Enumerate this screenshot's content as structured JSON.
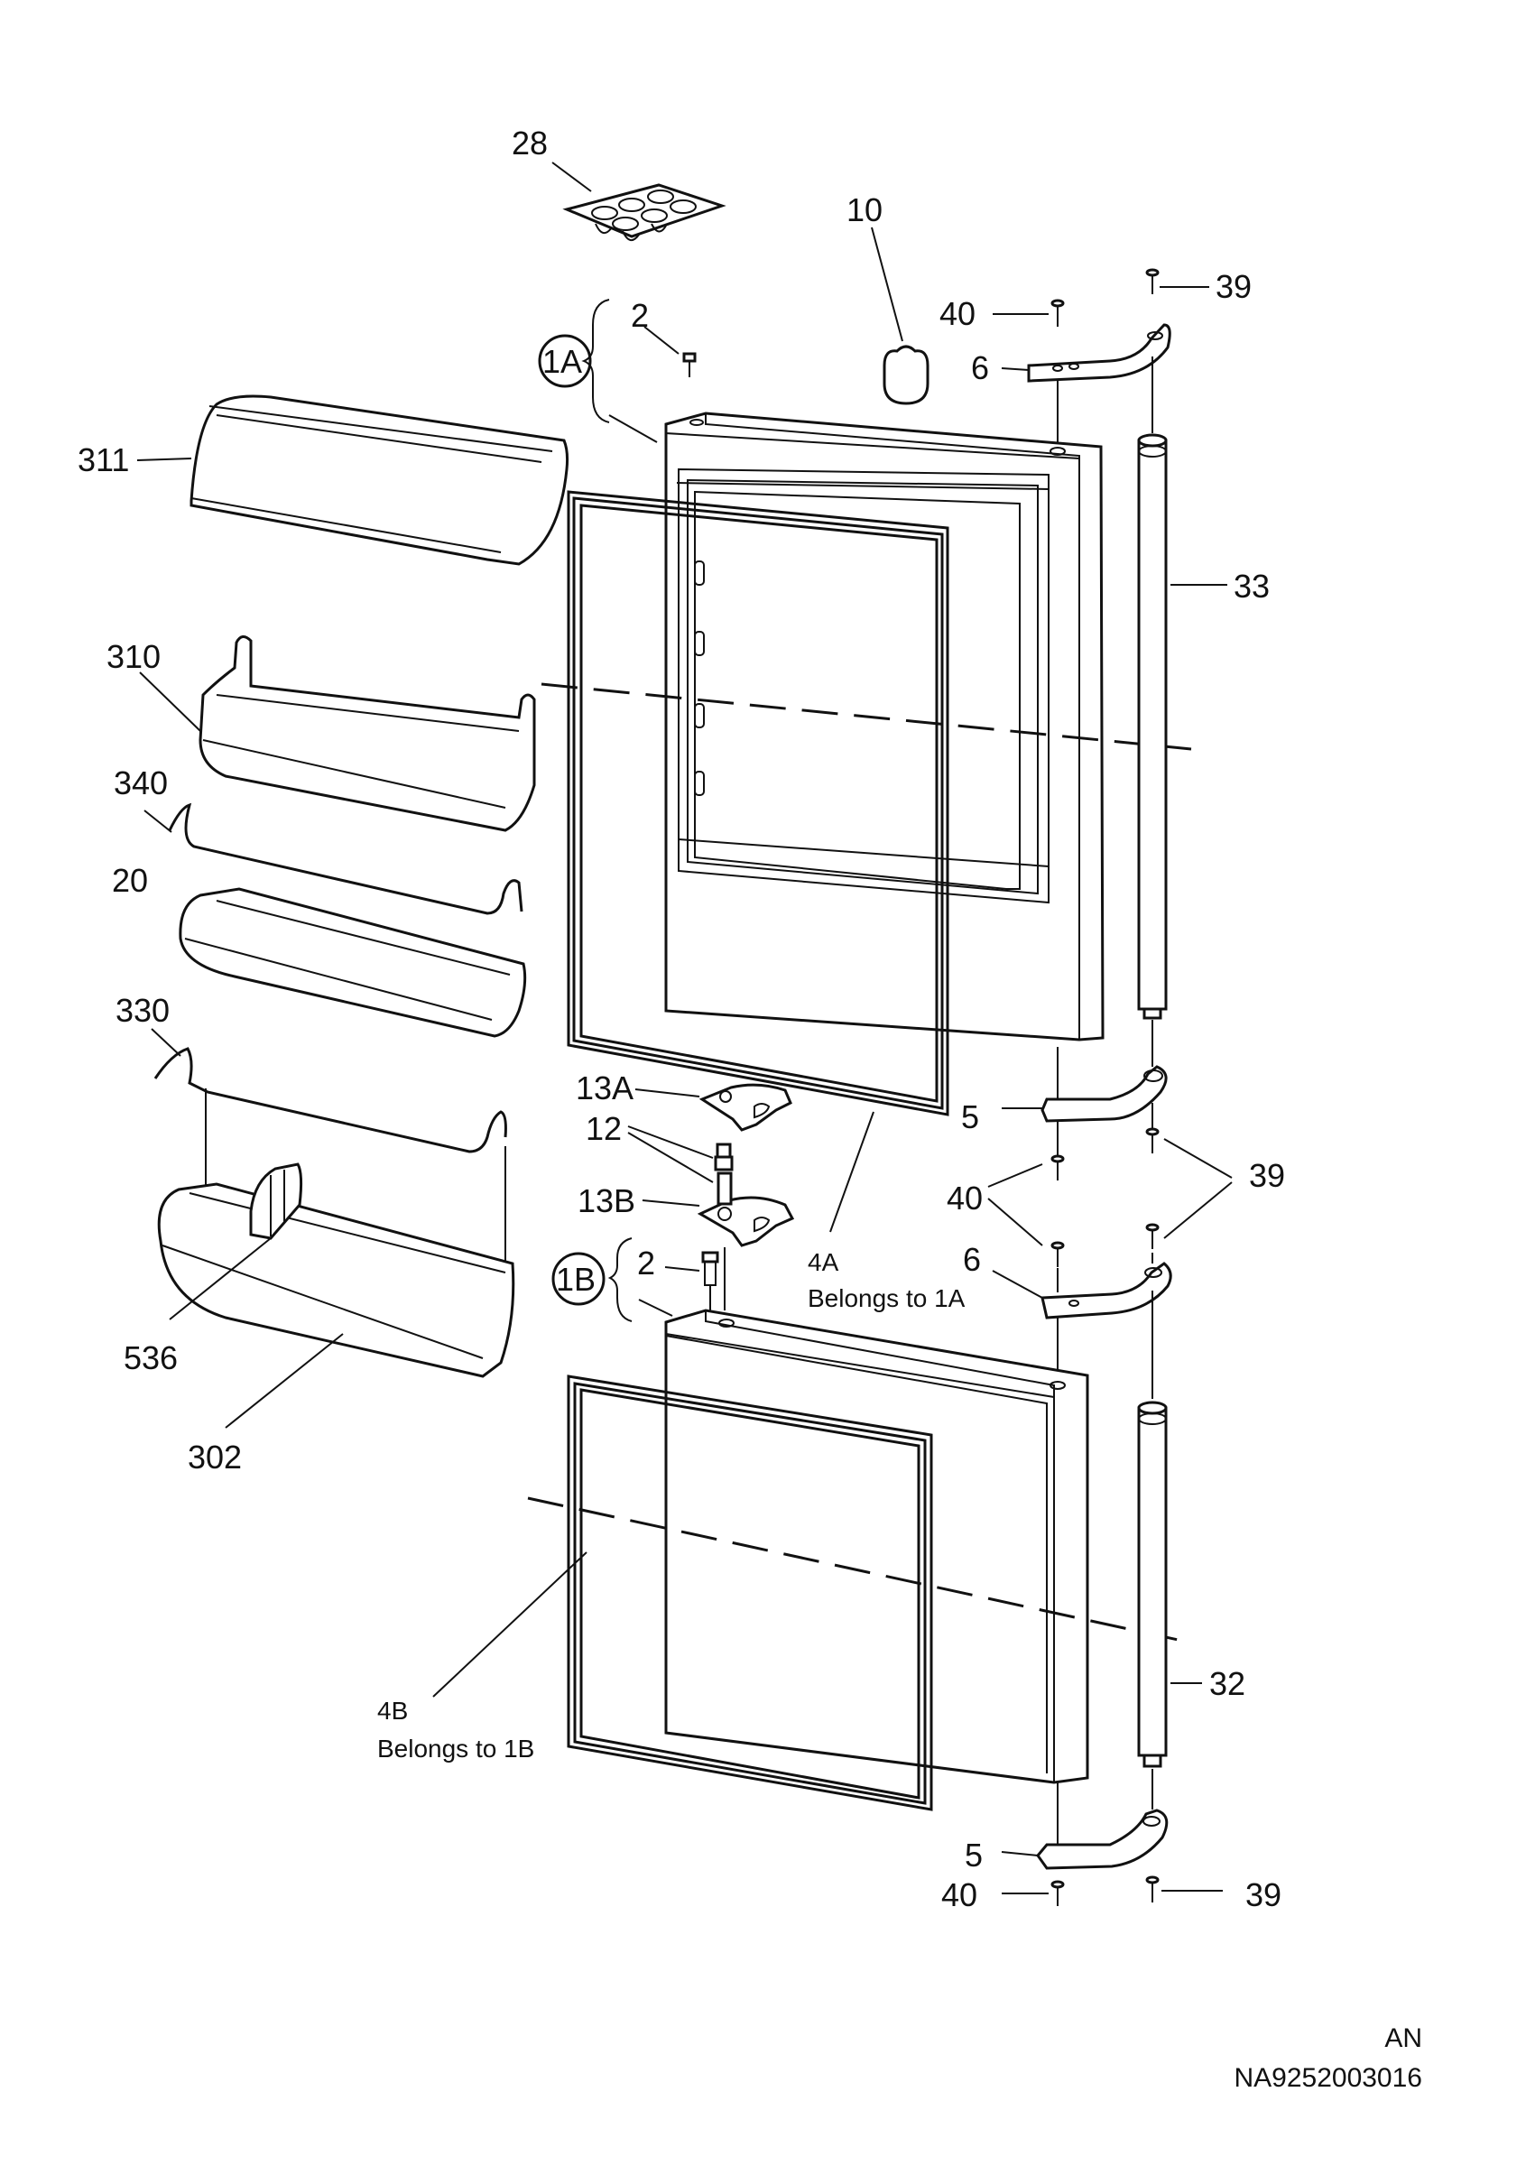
{
  "labels": {
    "p28": "28",
    "p10": "10",
    "p40a": "40",
    "p39a": "39",
    "p2a": "2",
    "p1A": "1A",
    "p6a": "6",
    "p311": "311",
    "p33": "33",
    "p310": "310",
    "p340": "340",
    "p20": "20",
    "p330": "330",
    "p13A": "13A",
    "p12": "12",
    "p5a": "5",
    "p40b": "40",
    "p39b": "39",
    "p13B": "13B",
    "p4A": "4A",
    "p4A_note": "Belongs to 1A",
    "p6b": "6",
    "p2b": "2",
    "p1B": "1B",
    "p536": "536",
    "p302": "302",
    "p4B": "4B",
    "p4B_note": "Belongs to 1B",
    "p32": "32",
    "p5b": "5",
    "p40c": "40",
    "p39c": "39"
  },
  "footer": {
    "code": "AN",
    "drawing_number": "NA9252003016"
  }
}
